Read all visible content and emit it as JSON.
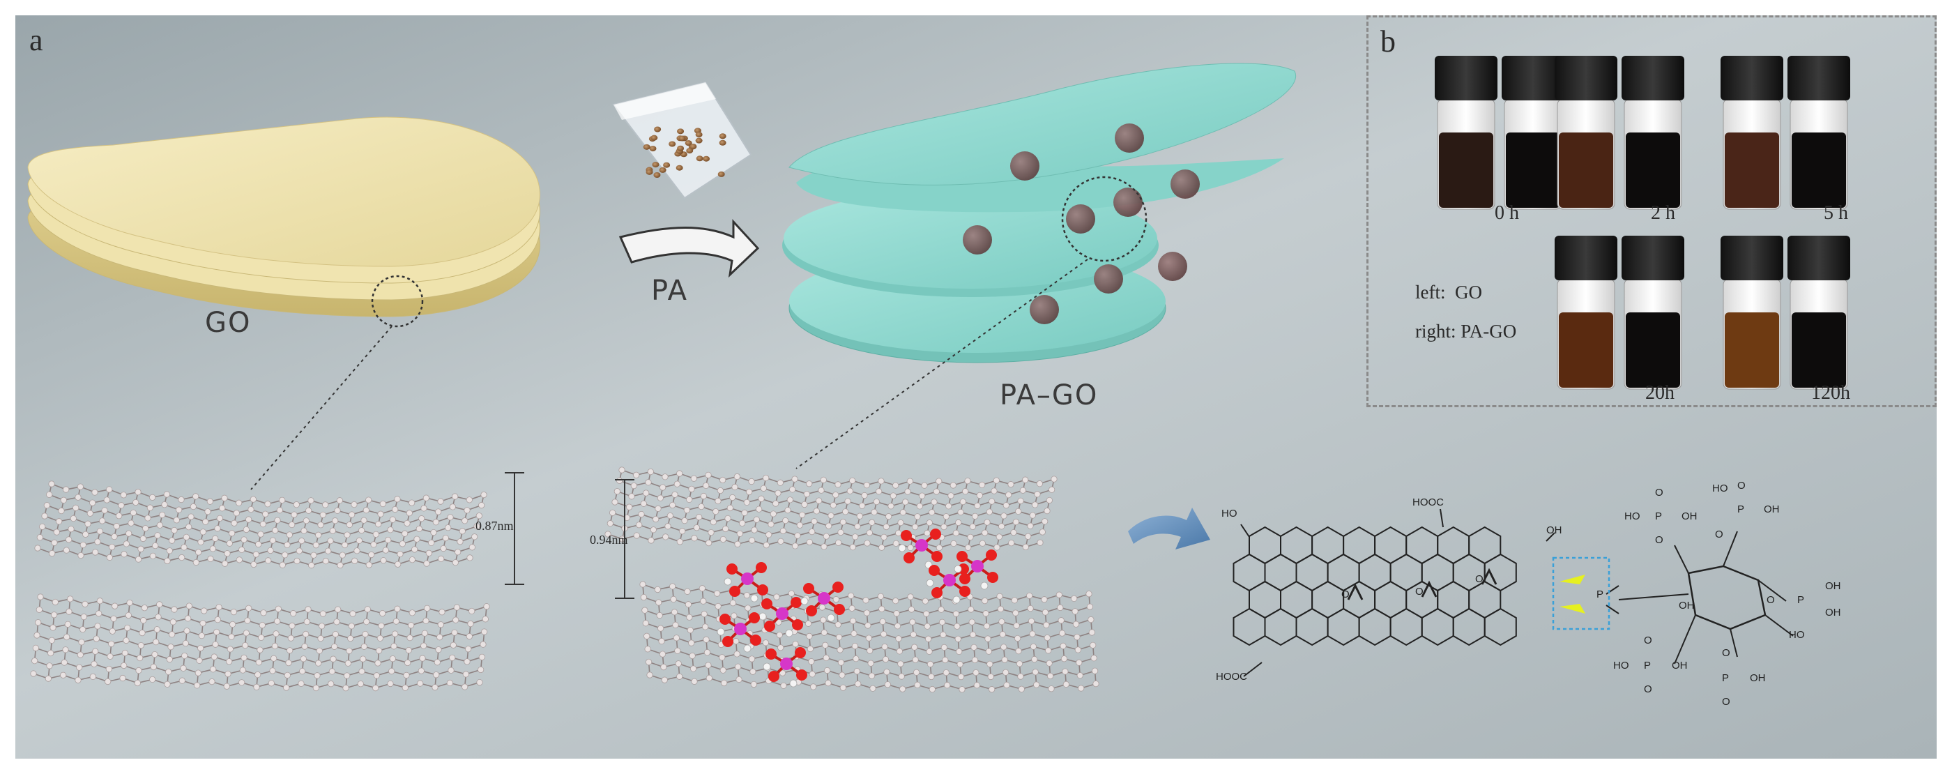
{
  "figure": {
    "panel_a_letter": "a",
    "panel_b_letter": "b"
  },
  "labels": {
    "go": "GO",
    "pa": "PA",
    "pa_go": "PA–GO",
    "spacing_go": "0.87nm",
    "spacing_pa_go": "0.94nm"
  },
  "inset": {
    "times": [
      "0 h",
      "2 h",
      "5 h",
      "20h",
      "120h"
    ],
    "legend_left": "left:  GO",
    "legend_right": "right: PA-GO"
  },
  "structure": {
    "oh_left": "HO",
    "cooh_top": "HOOC",
    "oh_right": "OH",
    "cooh_bottom": "HOOC",
    "ring_o": "O",
    "p_label": "P",
    "ph_labels": [
      "HO",
      "P",
      "OH",
      "O",
      "O",
      "HO",
      "P",
      "OH",
      "O",
      "O",
      "OH",
      "O",
      "P",
      "OH",
      "HO",
      "O",
      "O",
      "P",
      "OH",
      "HO",
      "O",
      "O",
      "P",
      "OH",
      "OH"
    ]
  },
  "colors": {
    "background": "#b3bdc1",
    "go_sheet": "#f1e6b4",
    "pa_go_sheet": "#8fd8cf",
    "pa_particle": "#7a5a5a",
    "oxygen": "#e8201e",
    "phosphorus": "#d636c8",
    "dashed_box": "#3aa0d8",
    "bond_highlight": "#e6f020"
  }
}
